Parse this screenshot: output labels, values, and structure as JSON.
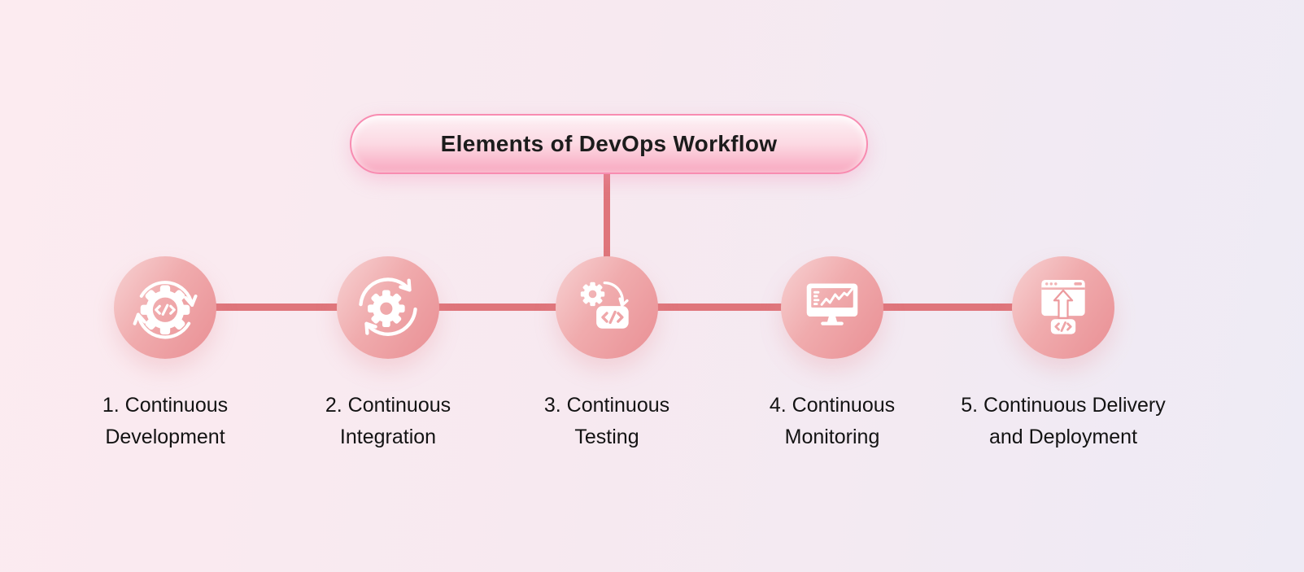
{
  "title": {
    "label": "Elements of DevOps Workflow"
  },
  "steps": [
    {
      "number": "1",
      "line1": "1. Continuous",
      "line2": "Development",
      "icon": "code-gear-cycle-icon"
    },
    {
      "number": "2",
      "line1": "2. Continuous",
      "line2": "Integration",
      "icon": "gear-sync-arrows-icon"
    },
    {
      "number": "3",
      "line1": "3. Continuous",
      "line2": "Testing",
      "icon": "gear-to-code-icon"
    },
    {
      "number": "4",
      "line1": "4. Continuous",
      "line2": "Monitoring",
      "icon": "monitor-chart-icon"
    },
    {
      "number": "5",
      "line1": "5. Continuous Delivery",
      "line2": "and Deployment",
      "icon": "browser-upload-code-icon"
    }
  ],
  "colors": {
    "background_left": "#fcebf0",
    "background_right": "#eeebf5",
    "connector_line": "#df757b",
    "pill_gradient_top": "#fdf1f5",
    "pill_gradient_bottom": "#f8a7bf",
    "pill_border": "#f88cb1",
    "node_gradient_light": "#f7d2d3",
    "node_gradient_dark": "#e98f94",
    "icon_color": "#ffffff",
    "text_color": "#131313"
  }
}
